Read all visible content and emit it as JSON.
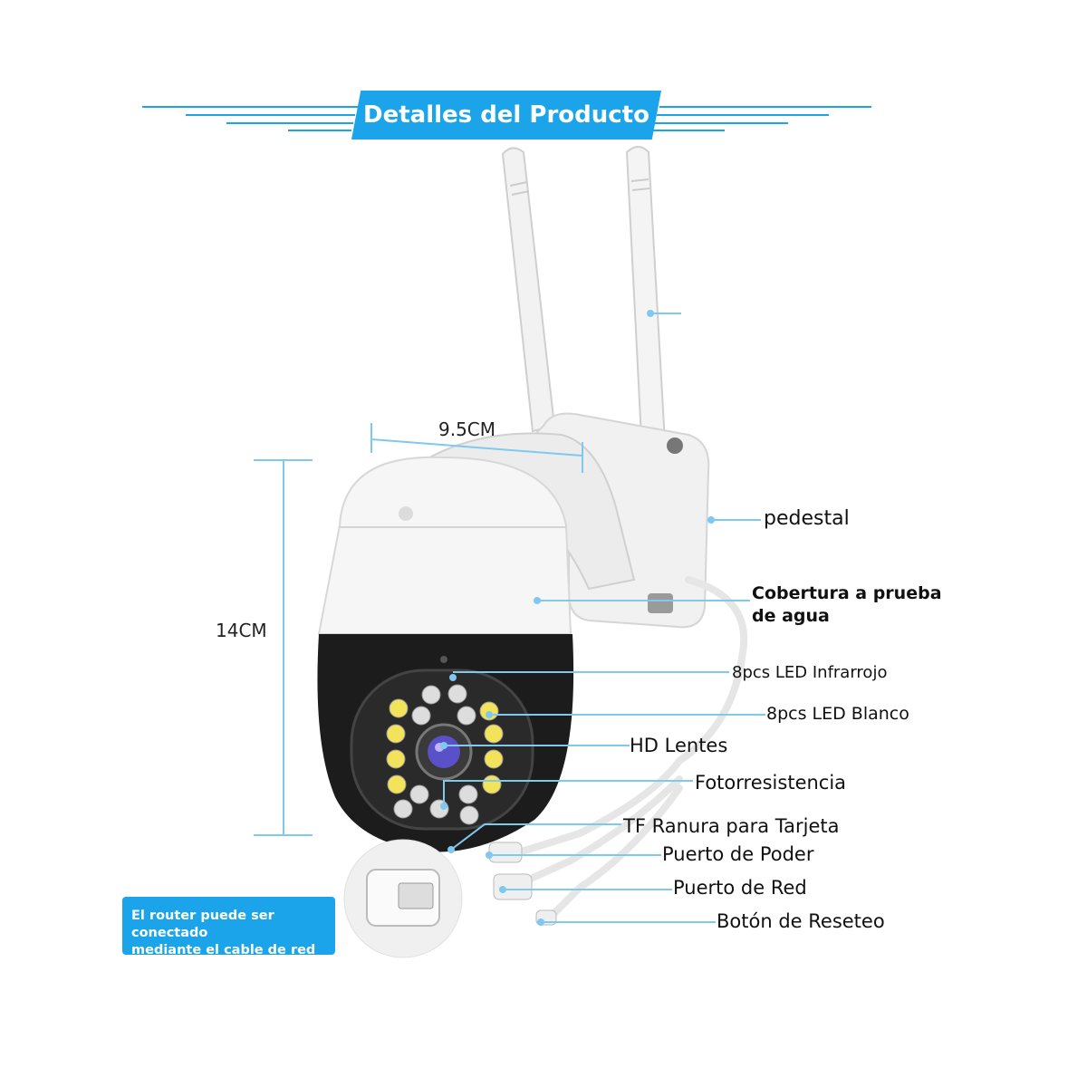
{
  "header": {
    "title": "Detalles del Producto"
  },
  "dimensions": {
    "width": "9.5CM",
    "height": "14CM"
  },
  "callouts": {
    "pedestal": "pedestal",
    "waterproof_line1": "Cobertura a prueba",
    "waterproof_line2": "de agua",
    "ir_led": "8pcs LED Infrarrojo",
    "white_led": "8pcs LED Blanco",
    "lens": "HD Lentes",
    "photoresistor": "Fotorresistencia",
    "tf_slot": "TF Ranura para Tarjeta",
    "power_port": "Puerto de Poder",
    "network_port": "Puerto de Red",
    "reset_button": "Botón de Reseteo"
  },
  "note": {
    "line1": "El router puede ser conectado",
    "line2": "mediante el cable de red"
  },
  "colors": {
    "accent": "#1ba4ea",
    "leader": "#7fc8ef",
    "camera_white": "#f4f4f4",
    "camera_black": "#1c1c1c"
  }
}
